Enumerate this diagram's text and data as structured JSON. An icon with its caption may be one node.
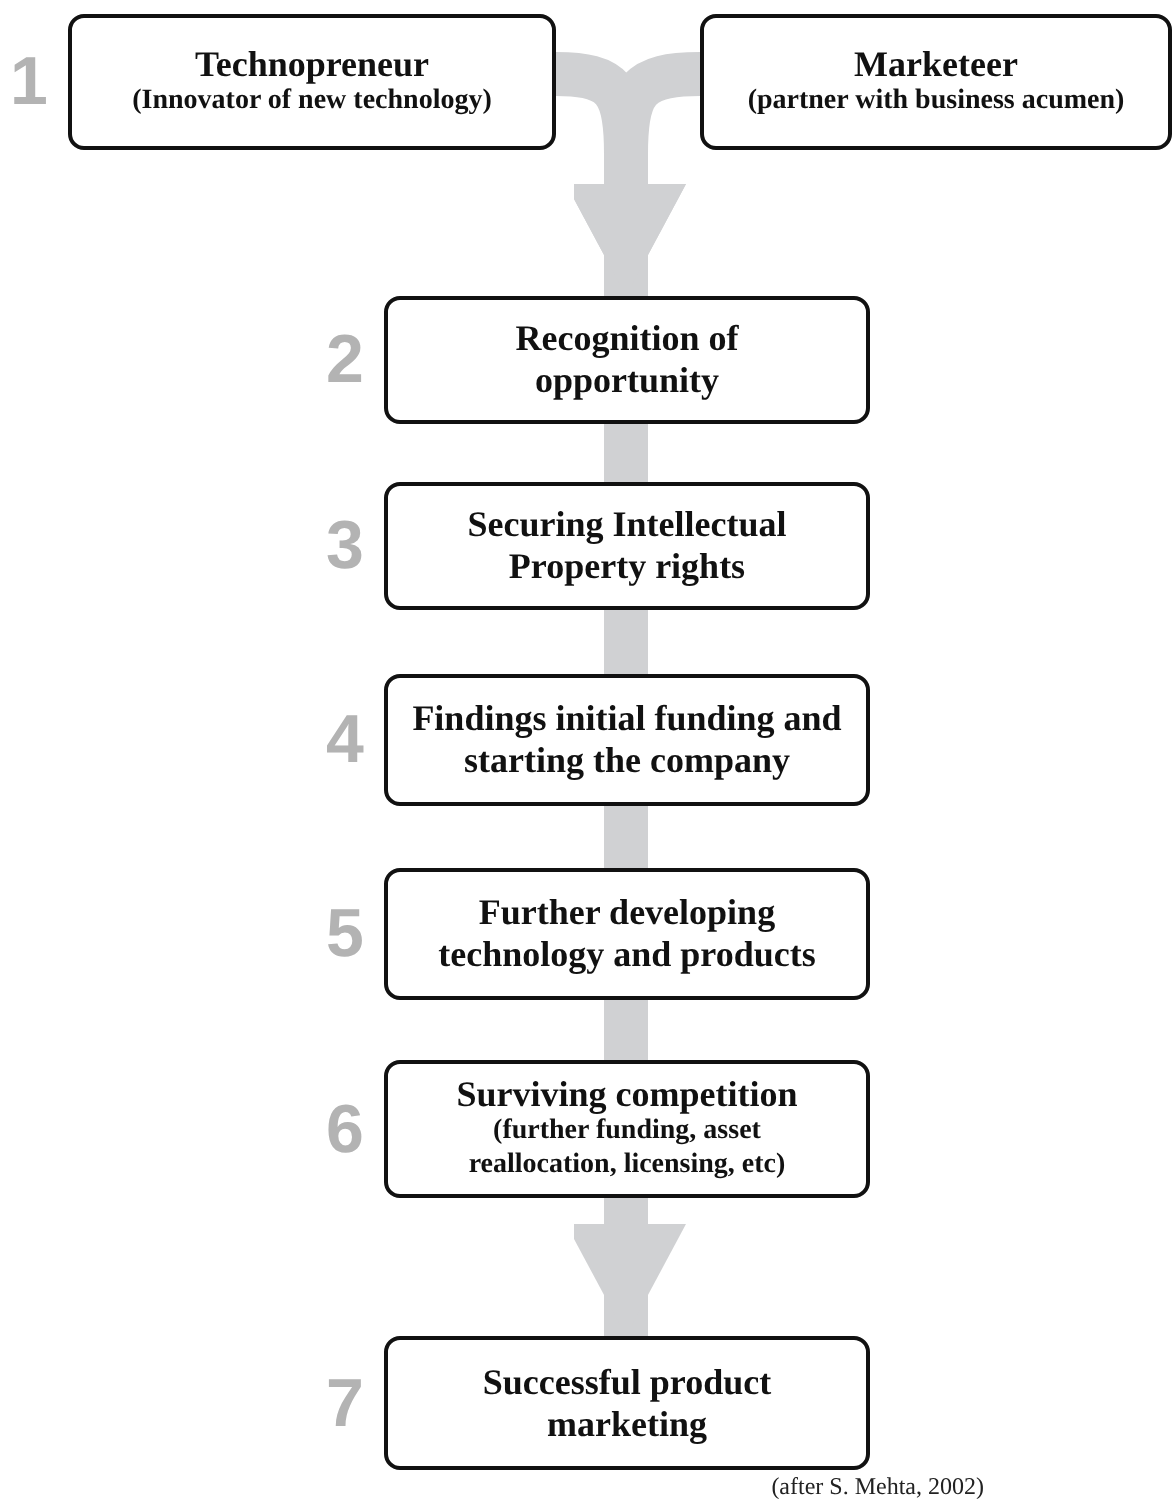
{
  "diagram": {
    "caption": "(after S. Mehta, 2002)",
    "nodes": [
      {
        "text": [
          "Technopreneur",
          "(Innovator of new technology)"
        ],
        "beside": [
          "1"
        ]
      },
      {
        "text": [
          "Marketeer",
          "(partner with business acumen)"
        ]
      },
      {
        "text": [
          "Recognition of opportunity"
        ],
        "beside": [
          "2"
        ]
      },
      {
        "text": [
          "Securing Intellectual Property rights"
        ],
        "beside": [
          "3"
        ]
      },
      {
        "text": [
          "Findings initial funding and starting the company"
        ],
        "beside": [
          "4"
        ]
      },
      {
        "text": [
          "Further developing technology and products"
        ],
        "beside": [
          "5"
        ]
      },
      {
        "text": [
          "Surviving competition",
          "(further funding, asset reallocation, licensing, etc)"
        ],
        "beside": [
          "6"
        ]
      },
      {
        "text": [
          "Successful product marketing"
        ],
        "beside": [
          "7"
        ]
      }
    ],
    "edges": [
      {
        "from": 0,
        "to": 2,
        "arrow": "to"
      },
      {
        "from": 1,
        "to": 2,
        "arrow": "to"
      },
      {
        "from": 2,
        "to": 3,
        "arrow": "none"
      },
      {
        "from": 3,
        "to": 4,
        "arrow": "none"
      },
      {
        "from": 4,
        "to": 5,
        "arrow": "none"
      },
      {
        "from": 5,
        "to": 6,
        "arrow": "none"
      },
      {
        "from": 6,
        "to": 7,
        "arrow": "to"
      }
    ]
  }
}
